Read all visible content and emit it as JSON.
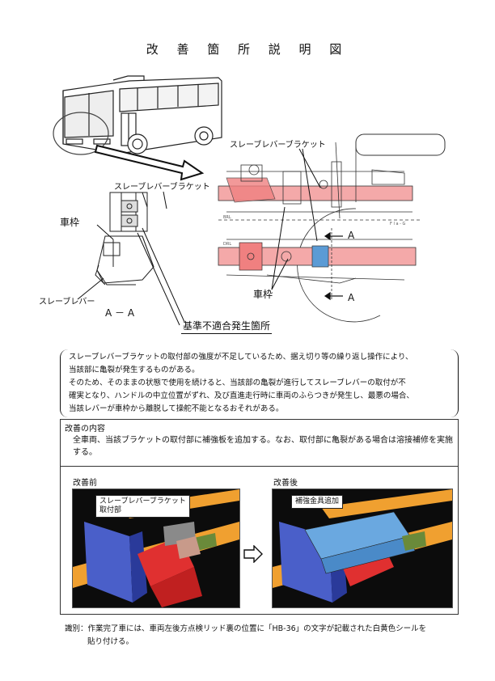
{
  "title": "改 善 箇 所 説 明 図",
  "labels": {
    "slave_bracket_left": "スレーブレバーブラケット",
    "frame_left": "車枠",
    "slave_lever": "スレーブレバー",
    "section_aa": "A － A",
    "slave_bracket_right": "スレーブレバーブラケット",
    "frame_right": "車枠",
    "section_a_top": "A",
    "section_a_bottom": "A",
    "callout_nonconforming": "基準不適合発生箇所"
  },
  "note": {
    "line1": "スレーブレバーブラケットの取付部の強度が不足しているため、据え切り等の繰り返し操作により、",
    "line2": "当該部に亀裂が発生するものがある。",
    "line3": "そのため、そのままの状態で使用を続けると、当該部の亀裂が進行してスレーブレバーの取付が不",
    "line4": "確実となり、ハンドルの中立位置がずれ、及び直進走行時に車両のふらつきが発生し、最悪の場合、",
    "line5": "当該レバーが車枠から離脱して操舵不能となるおそれがある。"
  },
  "improvement": {
    "heading": "改善の内容",
    "body": "全車両、当該ブラケットの取付部に補強板を追加する。なお、取付部に亀裂がある場合は溶接補修を実施する。",
    "before_label": "改善前",
    "after_label": "改善後",
    "before_caption_line1": "スレーブレバーブラケット",
    "before_caption_line2": "取付部",
    "after_caption": "補強金具追加"
  },
  "footer": {
    "line1": "識別：作業完了車には、車両左後方点検リッド裏の位置に「HB-36」の文字が記載された白黄色シールを",
    "line2": "貼り付ける。"
  },
  "colors": {
    "frame_highlight": "#f08080",
    "bracket_blue": "#5b9bd5",
    "photo_frame_orange": "#f0a030",
    "photo_blue": "#4a5fc9",
    "photo_red": "#e03030",
    "photo_green": "#6a8a3a",
    "photo_bracket_after": "#6aa8e0"
  }
}
